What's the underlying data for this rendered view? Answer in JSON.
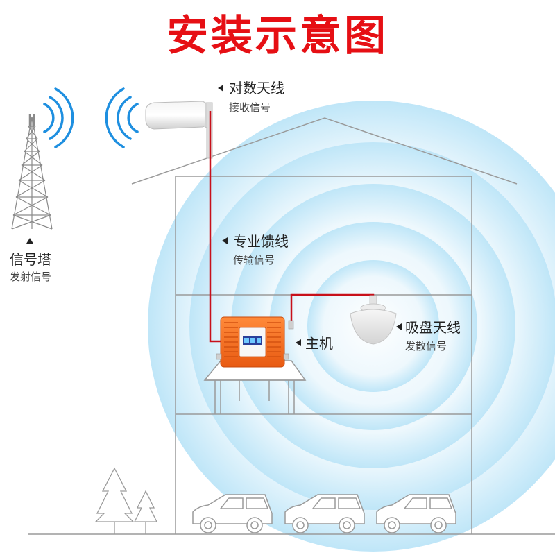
{
  "title": "安装示意图",
  "labels": {
    "tower": {
      "name": "信号塔",
      "desc": "发射信号"
    },
    "yagi": {
      "name": "对数天线",
      "desc": "接收信号"
    },
    "feeder": {
      "name": "专业馈线",
      "desc": "传输信号"
    },
    "host": {
      "name": "主机"
    },
    "ceiling": {
      "name": "吸盘天线",
      "desc": "发散信号"
    }
  },
  "colors": {
    "title": "#e60f14",
    "cable": "#c8101a",
    "signal_arc": "#1e8fe0",
    "host_body": "#f46a1c",
    "outline": "#9a9a9a",
    "wave_center": "#ffffff",
    "wave_edge": "#bfe3f6"
  },
  "icons": {
    "tower": "signal-tower-icon",
    "yagi": "log-periodic-antenna-icon",
    "host": "signal-booster-icon",
    "ceiling": "ceiling-antenna-icon",
    "trees": "tree-icon",
    "cars": "car-icon"
  }
}
